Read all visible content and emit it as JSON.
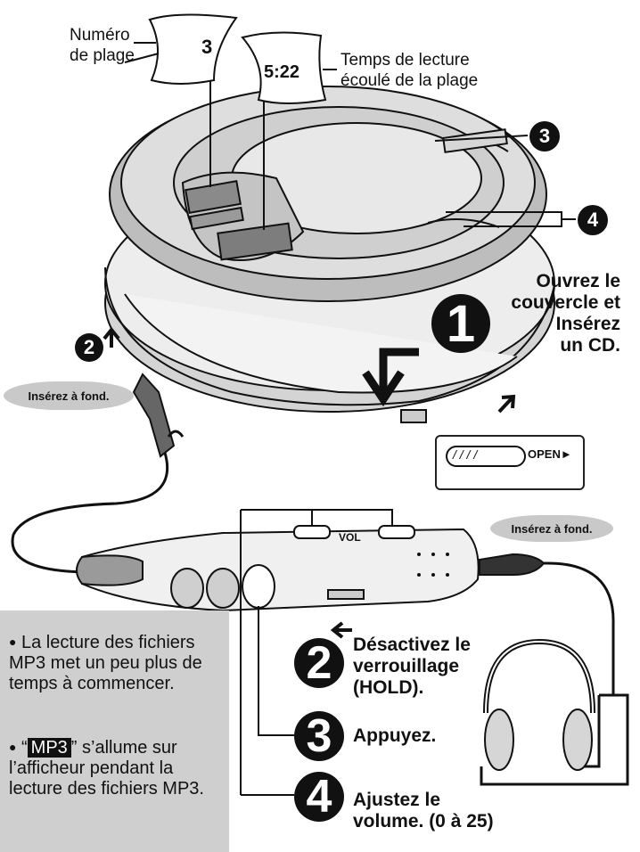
{
  "display_track": {
    "label_line1": "Numéro",
    "label_line2": "de plage",
    "value": "3"
  },
  "display_time": {
    "value": "5:22",
    "label_line1": "Temps de lecture",
    "label_line2": "écoulé de la plage"
  },
  "step_markers": {
    "three": "3",
    "four": "4",
    "two_small": "2",
    "one_big": "1",
    "two_big": "2",
    "three_big": "3",
    "four_big": "4"
  },
  "step1": {
    "line1": "Ouvrez le",
    "line2": "couvercle et",
    "line3": "Insérez",
    "line4": "un CD."
  },
  "step2": {
    "line1": "Désactivez le",
    "line2": "verrouillage",
    "line3": "(HOLD)."
  },
  "step3": {
    "line1": "Appuyez."
  },
  "step4": {
    "line1": "Ajustez le",
    "line2": "volume. (0 à 25)"
  },
  "insert_tag_left": "Insérez à fond.",
  "insert_tag_right": "Insérez à fond.",
  "open_switch": {
    "label": "OPEN►"
  },
  "remote": {
    "vol_label": "VOL"
  },
  "notes": {
    "item1": "La lecture des fichiers MP3 met un peu plus de temps à commencer.",
    "item2_prefix": "“",
    "item2_badge": "MP3",
    "item2_suffix": "” s’allume sur l’afficheur pendant la lecture des fichiers MP3."
  },
  "colors": {
    "note_bg": "#cfcfcf",
    "player_light": "#e6e6e6",
    "player_mid": "#bdbdbd",
    "player_dark": "#8a8a8a",
    "ink": "#111111"
  }
}
